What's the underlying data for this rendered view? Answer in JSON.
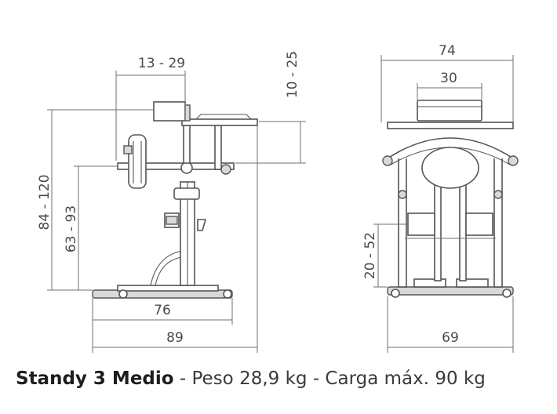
{
  "dimensions": {
    "side": {
      "top_width": "13 - 29",
      "top_height": "10 - 25",
      "total_height": "84 - 120",
      "arm_height": "63 - 93",
      "base_width": "76",
      "total_width": "89"
    },
    "front": {
      "total_width": "74",
      "top_width": "30",
      "knee_height": "20 - 52",
      "base_width": "69"
    }
  },
  "caption": {
    "model": "Standy 3 Medio",
    "details": " - Peso 28,9 kg - Carga máx. 90 kg"
  },
  "colors": {
    "line": "#555555",
    "text": "#3a3a3a",
    "background": "#ffffff"
  }
}
